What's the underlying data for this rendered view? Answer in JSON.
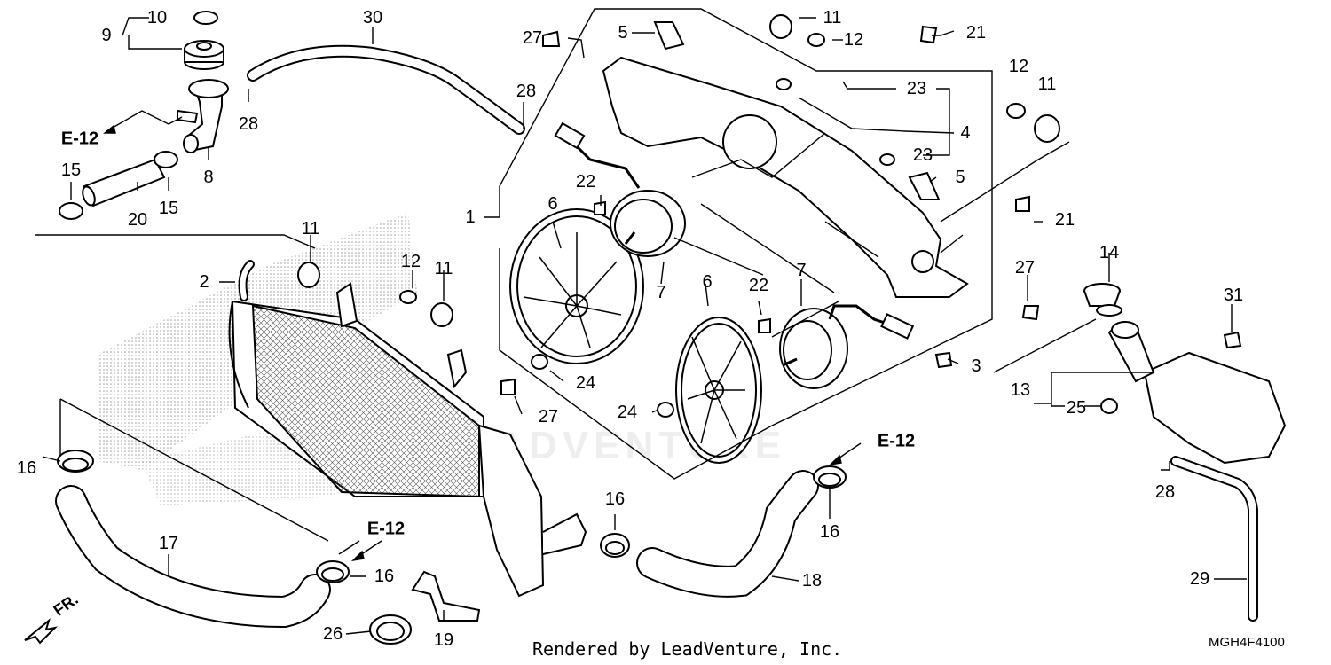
{
  "footer": {
    "rendered_by": "Rendered by LeadVenture, Inc.",
    "diagram_code": "MGH4F4100"
  },
  "watermark": "LEADVENTURE",
  "front_marker": "FR.",
  "references": [
    "E-12",
    "E-12",
    "E-12",
    "E-12"
  ],
  "callouts": [
    "10",
    "9",
    "30",
    "27",
    "5",
    "11",
    "12",
    "21",
    "28",
    "12",
    "11",
    "23",
    "E-12",
    "8",
    "4",
    "15",
    "23",
    "5",
    "15",
    "20",
    "22",
    "1",
    "6",
    "21",
    "11",
    "2",
    "12",
    "11",
    "14",
    "27",
    "7",
    "31",
    "7",
    "22",
    "6",
    "3",
    "24",
    "13",
    "25",
    "27",
    "24",
    "16",
    "28",
    "17",
    "16",
    "16",
    "18",
    "29",
    "16",
    "26",
    "19"
  ]
}
